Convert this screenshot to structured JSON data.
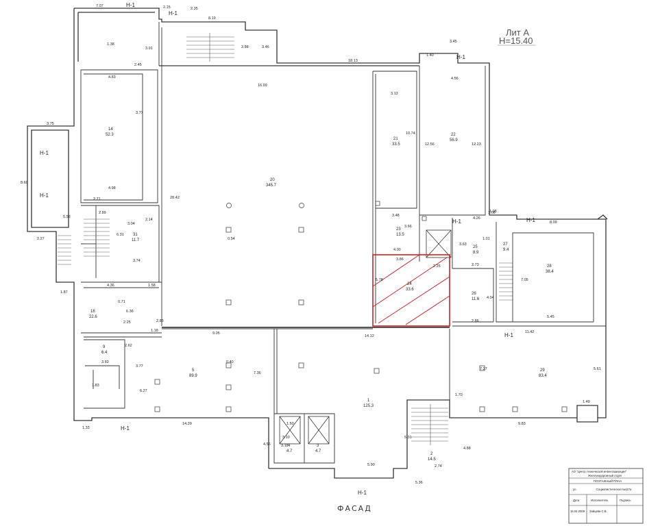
{
  "sheet": {
    "liter_line1": "Лит А",
    "liter_line2": "Н=15.40",
    "facade_label": "ФАСАД",
    "section_marks": [
      "Н-1",
      "Н-1",
      "Н-1",
      "Н-1",
      "Н-1",
      "Н-1",
      "Н-1",
      "Н-1",
      "Н-1",
      "Н-1"
    ]
  },
  "rooms": [
    {
      "id": "room-1",
      "number": "1",
      "area": "125.3"
    },
    {
      "id": "room-2",
      "number": "2",
      "area": "14.5"
    },
    {
      "id": "room-3",
      "number": "3",
      "area": "4.7"
    },
    {
      "id": "room-4",
      "number": "4",
      "area": "4.7"
    },
    {
      "id": "room-5",
      "number": "5",
      "area": "89.9"
    },
    {
      "id": "room-9",
      "number": "9",
      "area": "6.4"
    },
    {
      "id": "room-14",
      "number": "14",
      "area": "52.3"
    },
    {
      "id": "room-18",
      "number": "18",
      "area": "22.6"
    },
    {
      "id": "room-20",
      "number": "20",
      "area": "345.7"
    },
    {
      "id": "room-21",
      "number": "21",
      "area": "33.5"
    },
    {
      "id": "room-22",
      "number": "22",
      "area": "56.9"
    },
    {
      "id": "room-23",
      "number": "23",
      "area": "13.5"
    },
    {
      "id": "room-24",
      "number": "24",
      "area": "33.6"
    },
    {
      "id": "room-25",
      "number": "25",
      "area": "8.9"
    },
    {
      "id": "room-26",
      "number": "26",
      "area": "11.6"
    },
    {
      "id": "room-27",
      "number": "27",
      "area": "9.4"
    },
    {
      "id": "room-28",
      "number": "28",
      "area": "38.4"
    },
    {
      "id": "room-29",
      "number": "29",
      "area": "83.4"
    },
    {
      "id": "room-31",
      "number": "31",
      "area": "11.7"
    }
  ],
  "dimensions": [
    "7.07",
    "2.15",
    "8.19",
    "2.35",
    "2.88",
    "3.46",
    "18.13",
    "1.40",
    "3.45",
    "4.56",
    "16.99",
    "4.83",
    "3.13",
    "3.77",
    "10.74",
    "12.56",
    "12.23",
    "3.75",
    "8.60",
    "4.98",
    "2.71",
    "28.42",
    "2.89",
    "3.04",
    "2.14",
    "3.48",
    "3.66",
    "4.26",
    "1.08",
    "8.09",
    "6.31",
    "3.74",
    "4.00",
    "3.86",
    "2.25",
    "2.73",
    "4.36",
    "1.58",
    "6.36",
    "2.25",
    "2.83",
    "1.18",
    "9.05",
    "14.12",
    "11.42",
    "2.86",
    "5.45",
    "2.62",
    "3.60",
    "3.77",
    "7.36",
    "7.27",
    "5.61",
    "1.83",
    "6.27",
    "1.70",
    "1.49",
    "1.33",
    "14.39",
    "9.83",
    "4.56",
    "5.31",
    "4.88",
    "5.90",
    "5.36",
    "2.74",
    "1.87",
    "2.27",
    "0.40",
    "0.54",
    "1.50",
    "3.10",
    "2.45",
    "1.38",
    "3.91",
    "5.58",
    "7.05",
    "1.01",
    "3.63",
    "4.04",
    "0.71",
    "5.78",
    "1.08",
    "3.18"
  ],
  "stamp": {
    "org_line1": "АО \"Центр технической инвентаризации\"",
    "org_line2": "Железнодорожный отдел",
    "plan_title": "ПОЭТАЖНЫЙ ПЛАН",
    "address_label": "ул.",
    "address_value": "Социалистическая №117а",
    "date_label": "Дата",
    "date_value": "16.04.2009",
    "role_label": "Исполнитель",
    "sign_label": "Подпись",
    "executor": "Зайцева С.В."
  }
}
